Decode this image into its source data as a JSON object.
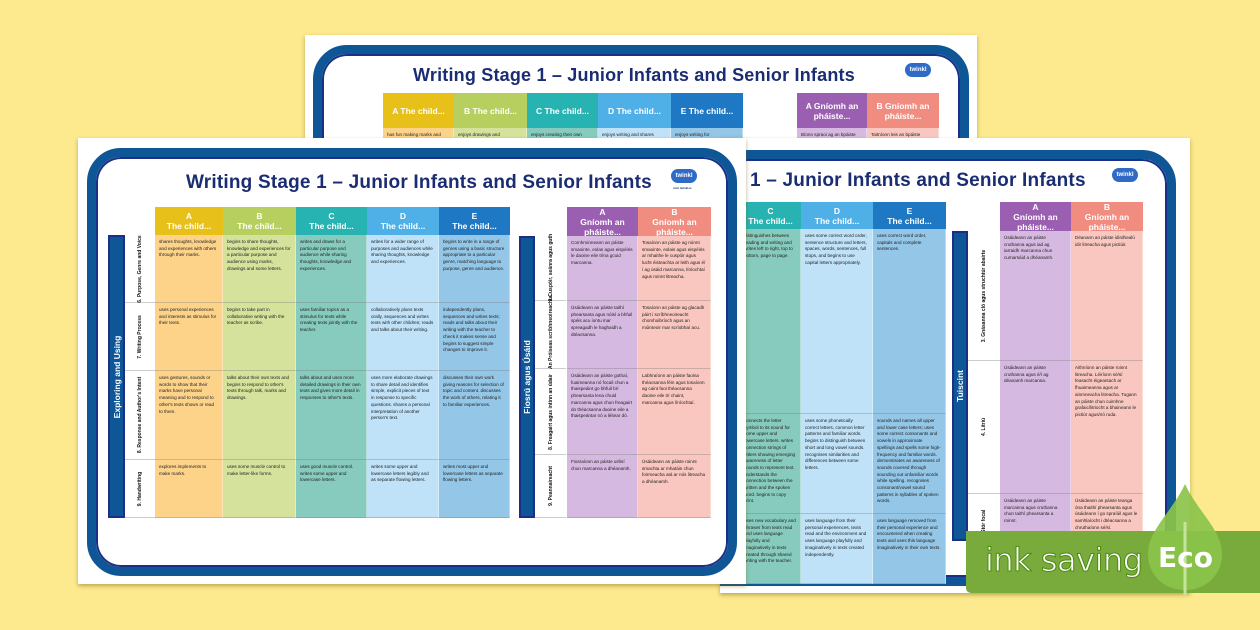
{
  "background_color": "#fde98e",
  "sheets": {
    "back": {
      "title": "Writing Stage 1 – Junior Infants and Senior Infants",
      "logo": "twinkl",
      "columns": [
        "A The child...",
        "B The child...",
        "C The child...",
        "D The child...",
        "E The child..."
      ],
      "irish_columns": [
        "A Gníomh an pháiste...",
        "B Gníomh an pháiste..."
      ],
      "first_row_snippets": [
        "has fun making marks and",
        "enjoys drawings and",
        "enjoys creating their own",
        "enjoys writing and shares",
        "enjoys writing for",
        "Bíonn spraoi ag an bpáiste",
        "Taitníonn leis an bpáiste"
      ]
    },
    "front": {
      "title": "Writing Stage 1 – Junior Infants and Senior Infants",
      "logo": "twinkl",
      "logo_sub": "visit twinkl.ie",
      "section_label": "Exploring and Using",
      "columns": [
        {
          "letter": "A",
          "label": "The child...",
          "color": "#e7c01a",
          "cell_color": "#fdd38a"
        },
        {
          "letter": "B",
          "label": "The child...",
          "color": "#b7cf5e",
          "cell_color": "#d4e29b"
        },
        {
          "letter": "C",
          "label": "The child...",
          "color": "#27b3b1",
          "cell_color": "#86cbbd"
        },
        {
          "letter": "D",
          "label": "The child...",
          "color": "#4eb0e6",
          "cell_color": "#bfe2f8"
        },
        {
          "letter": "E",
          "label": "The child...",
          "color": "#1f78c4",
          "cell_color": "#93c6e7"
        }
      ],
      "rows": [
        {
          "label": "6. Purpose, Genre and Voice",
          "cells": [
            "shares thoughts, knowledge and experiences with others through their marks.",
            "begins to share thoughts, knowledge and experiences for a particular purpose and audience using marks, drawings and some letters.",
            "writes and draws for a particular purpose and audience while sharing thoughts, knowledge and experiences.",
            "writes for a wider range of purposes and audiences while sharing thoughts, knowledge and experiences.",
            "begins to write in a range of genres using a basic structure appropriate to a particular genre, matching language to purpose, genre and audience."
          ]
        },
        {
          "label": "7. Writing Process",
          "cells": [
            "uses personal experiences and interests as stimulus for their texts.",
            "begins to take part in collaborative writing with the teacher as scribe.",
            "uses familiar topics as a stimulus for texts while creating texts jointly with the teacher.",
            "collaboratively plans texts orally, sequences and writes texts with other children; reads and talks about their writing.",
            "independently plans, sequences and writes texts; reads and talks about their writing with the teacher to check it makes sense and begins to suggest simple changes to improve it."
          ]
        },
        {
          "label": "8. Response and Author's Intent",
          "cells": [
            "uses gestures, sounds or words to show that their marks have personal meaning and to respond to other's texts shown or read to them.",
            "talks about their own texts and begins to respond to other's texts through talk, marks and drawings.",
            "talks about and uses more detailed drawings in their own texts and gives more detail in responses to other's texts.",
            "uses more elaborate drawings to share detail and identifies simple, explicit pieces of text in response to specific questions. shares a personal interpretation of another person's text.",
            "discusses their own work giving reasons for selection of topic and content. discusses the work of others, relating it to familiar experiences."
          ]
        },
        {
          "label": "9. Handwriting",
          "cells": [
            "explores implements to make marks.",
            "uses some muscle control to make letter-like forms.",
            "uses good muscle control. writes some upper and lowercase letters.",
            "writes some upper and lowercase letters legibly and as separate flowing letters.",
            "writes most upper and lowercase letters as separate flowing letters."
          ]
        }
      ],
      "irish_section_label": "Fiosrú agus Úsáid",
      "irish_columns": [
        {
          "letter": "A",
          "label": "Gníomh an pháiste...",
          "color": "#9b5fb1",
          "cell_color": "#d6b9e0"
        },
        {
          "letter": "B",
          "label": "Gníomh an pháiste...",
          "color": "#f08d80",
          "cell_color": "#f9c7bf"
        }
      ],
      "irish_rows": [
        {
          "label": "6. Cuspóir, seánra agus guth",
          "cells": [
            "Comhroinneann an páiste smaointe, eolas agus eispéiris le daoine eile trína gcuid marcanna.",
            "Tosaíonn an páiste ag roinnt smaointe, eolais agus eispéiris ar mhaithe le cuspóir agus lucht éisteachta ar leith agus é/í ag úsáid marcanna, líníochtaí agus roinnt litreacha."
          ]
        },
        {
          "label": "7. An Próiseas scríbhneoireachta",
          "cells": [
            "Úsáideann an páiste taithí phearsanta agus nóisí a bhfuil spéis acu iontu mar spreagadh le haghaidh a dtéacsanna.",
            "Tosaíonn an páiste ag glacadh páirt i scríbhneoireacht chomhoibríoch agus an múinteoir mar scríobhaí acu."
          ]
        },
        {
          "label": "8. Freagairt agus intinn an údair",
          "cells": [
            "Úsáideann an páiste gothaí, fuaimeanna nó focail chun a thaispeáint go bhfuil brí phearsanta lena chuid marcanna agus chun freagairt do théacsanna daoine eile a thaispeántar nó a léitear dó.",
            "Labhraíonn an páiste faoina théacsanna féin agus tosaíonn ag caint faoi théacsanna daoine eile trí chaint, marcanna agus líníochtaí."
          ]
        },
        {
          "label": "9. Peannaireacht",
          "cells": [
            "Fiosraíonn an páiste uirlisí chun marcanna a dhéanamh.",
            "Úsáideann an páiste roinnt smachta ar mhatáin chun foirmeacha atá ar nós litreacha a dhéanamh."
          ]
        }
      ]
    },
    "right": {
      "title_fragment": "1 – Junior Infants and Senior Infants",
      "logo": "twinkl",
      "columns": [
        {
          "letter": "C",
          "label": "The child...",
          "color": "#27b3b1",
          "cell_color": "#86cbbd"
        },
        {
          "letter": "D",
          "label": "The child...",
          "color": "#4eb0e6",
          "cell_color": "#bfe2f8"
        },
        {
          "letter": "E",
          "label": "The child...",
          "color": "#1f78c4",
          "cell_color": "#93c6e7"
        }
      ],
      "rows": [
        {
          "cells": [
            "distinguishes between reading and writing and writes left to right, top to bottom, page to page.",
            "uses some correct word order, sentence structure and letters, spaces, words, sentences, full stops, and begins to use capital letters appropriately.",
            "uses correct word order, capitals and complete sentences."
          ]
        },
        {
          "cells": [
            "connects the letter symbol to its sound for some upper and lowercase letters. writes connection strings of letters showing emerging awareness of letter sounds to represent text. understands the connection between the written and the spoken word. begins to copy print.",
            "uses some phonetically correct letters, common letter patterns and familiar words. begins to distinguish between short and long vowel sounds. recognises similarities and differences between some letters.",
            "sounds and names all upper and lower case letters; uses some correct consonants and vowels in approximate spellings and spells some high-frequency and familiar words. demonstrates an awareness of sounds covered through sounding out unfamiliar words while spelling. recognises consonant/vowel sound patterns in syllables of spoken words."
          ]
        },
        {
          "cells": [
            "uses new vocabulary and phrases from texts read and uses language playfully and imaginatively in texts created through shared writing with the teacher.",
            "uses language from their personal experiences, texts read and the environment and uses language playfully and imaginatively in texts created independently.",
            "uses language removed from their personal experience and encountered when creating texts and uses this language imaginatively in their own texts."
          ]
        }
      ],
      "irish_section_label": "Tuiscint",
      "irish_columns": [
        {
          "letter": "A",
          "label": "Gníomh an pháiste...",
          "color": "#9b5fb1",
          "cell_color": "#d6b9e0"
        },
        {
          "letter": "B",
          "label": "Gníomh an pháiste...",
          "color": "#f08d80",
          "cell_color": "#f9c7bf"
        }
      ],
      "irish_rows": [
        {
          "label": "3. Gnásanna cló agus struchtúr abairte",
          "cells": [
            "Úsáideann an páiste cruthanna agus iad ag iarraidh marcanna chun cumarsáid a dhéanamh.",
            "Déanann an páiste idirdhealú idir litreacha agus pictiúir."
          ]
        },
        {
          "label": "4. Litriú",
          "cells": [
            "Úsáideann an páiste cruthanna agus é/í ag déanamh marcanna.",
            "Aithníonn an páiste roinnt litreacha. Léiríonn sé/sí feasacht éigeantach ar fhuaimeanna agus ar ainmneacha litreacha. Tugann an páiste chun cuimhne grafaic/litriocht a bhaineann le pictiúr agus/nó ruda."
          ]
        },
        {
          "label": "5. Stór focal",
          "cells": [
            "Úsáideann an páiste marcanna agus cruthanna chun taithí phearsanta a roinnt.",
            "Úsáideann an páiste teanga óna thaithí phearsanta agus úsáideann í go spraíúil agus le samhlaíocht i dtéacsanna a chruthaíonn sé/sí."
          ]
        }
      ]
    }
  },
  "badge": {
    "text": "ink saving",
    "eco_label": "Eco",
    "color": "#78ab3c",
    "leaf_color": "#8bc34a"
  }
}
